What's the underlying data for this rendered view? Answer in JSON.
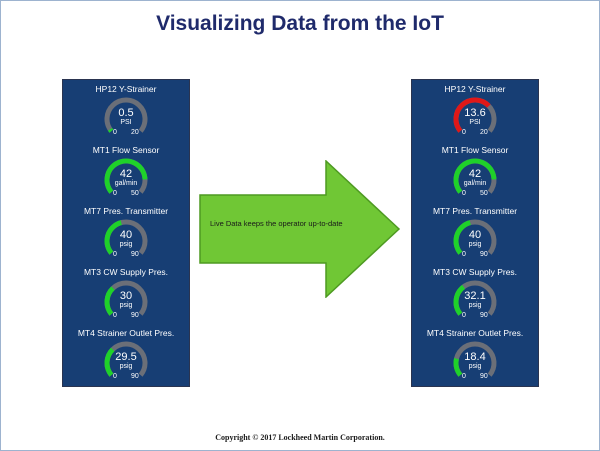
{
  "title": "Visualizing Data from the IoT",
  "arrow_text": "Live Data keeps the operator up-to-date",
  "copyright": "Copyright © 2017 Lockheed Martin Corporation.",
  "colors": {
    "panel_bg": "#173e74",
    "gauge_track": "#6b6f78",
    "gauge_green": "#1fd12a",
    "gauge_red": "#e01818",
    "arrow_fill": "#70c735",
    "arrow_stroke": "#4e9a22",
    "title": "#1f2a6b"
  },
  "panels": {
    "left": [
      {
        "label": "HP12 Y-Strainer",
        "value": "0.5",
        "unit": "PSI",
        "min": "0",
        "max": "20",
        "level": 0.025,
        "color": "green"
      },
      {
        "label": "MT1 Flow Sensor",
        "value": "42",
        "unit": "gal/min",
        "min": "0",
        "max": "50",
        "level": 0.84,
        "color": "green"
      },
      {
        "label": "MT7 Pres. Transmitter",
        "value": "40",
        "unit": "psig",
        "min": "0",
        "max": "90",
        "level": 0.444,
        "color": "green"
      },
      {
        "label": "MT3 CW Supply Pres.",
        "value": "30",
        "unit": "psig",
        "min": "0",
        "max": "90",
        "level": 0.333,
        "color": "green"
      },
      {
        "label": "MT4 Strainer Outlet Pres.",
        "value": "29.5",
        "unit": "psig",
        "min": "0",
        "max": "90",
        "level": 0.328,
        "color": "green"
      }
    ],
    "right": [
      {
        "label": "HP12 Y-Strainer",
        "value": "13.6",
        "unit": "PSI",
        "min": "0",
        "max": "20",
        "level": 0.68,
        "color": "red"
      },
      {
        "label": "MT1 Flow Sensor",
        "value": "42",
        "unit": "gal/min",
        "min": "0",
        "max": "50",
        "level": 0.84,
        "color": "green"
      },
      {
        "label": "MT7 Pres. Transmitter",
        "value": "40",
        "unit": "psig",
        "min": "0",
        "max": "90",
        "level": 0.444,
        "color": "green"
      },
      {
        "label": "MT3 CW Supply Pres.",
        "value": "32.1",
        "unit": "psig",
        "min": "0",
        "max": "90",
        "level": 0.357,
        "color": "green"
      },
      {
        "label": "MT4 Strainer Outlet Pres.",
        "value": "18.4",
        "unit": "psig",
        "min": "0",
        "max": "90",
        "level": 0.204,
        "color": "green"
      }
    ]
  }
}
